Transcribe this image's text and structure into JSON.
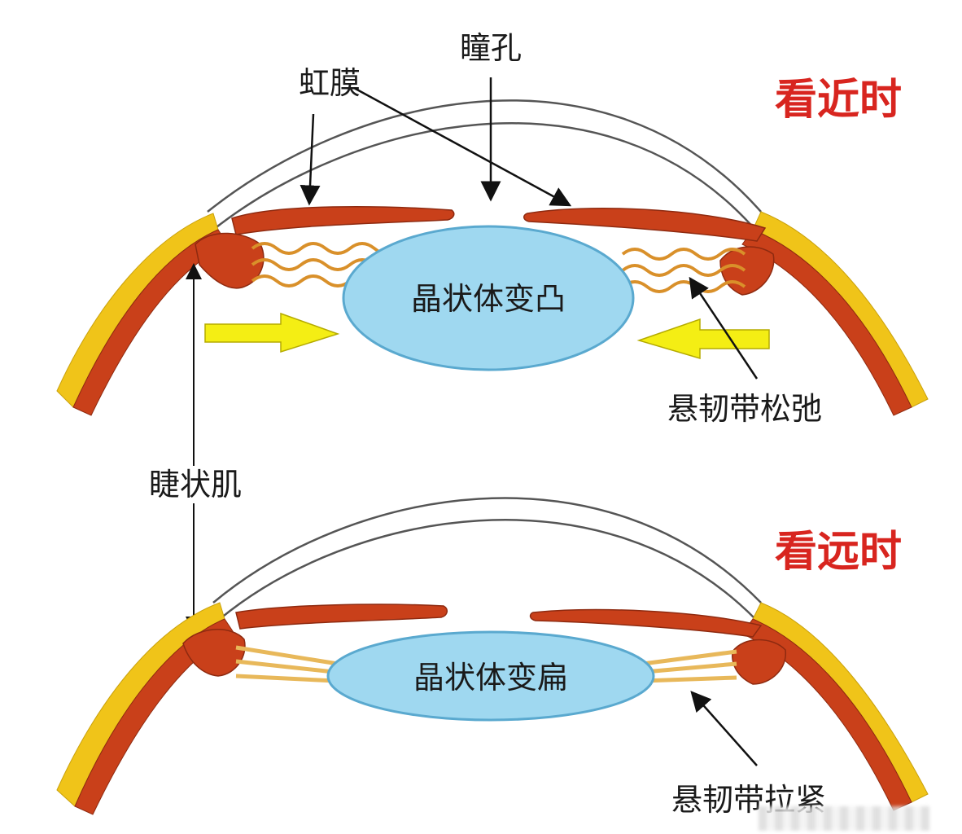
{
  "labels": {
    "iris": "虹膜",
    "pupil": "瞳孔",
    "ciliary_muscle": "睫状肌",
    "zonule_relaxed": "悬韧带松弛",
    "zonule_taut": "悬韧带拉紧"
  },
  "near": {
    "title": "看近时",
    "lens_label": "晶状体变凸"
  },
  "far": {
    "title": "看远时",
    "lens_label": "晶状体变扁"
  },
  "colors": {
    "title_red": "#d8251f",
    "muscle": "#c9401a",
    "muscle_dark": "#8e2a10",
    "sclera_yellow": "#f0c419",
    "lens_fill": "#9fd8f0",
    "lens_stroke": "#5aa9cf",
    "arrow_yellow": "#f4ee14"
  }
}
